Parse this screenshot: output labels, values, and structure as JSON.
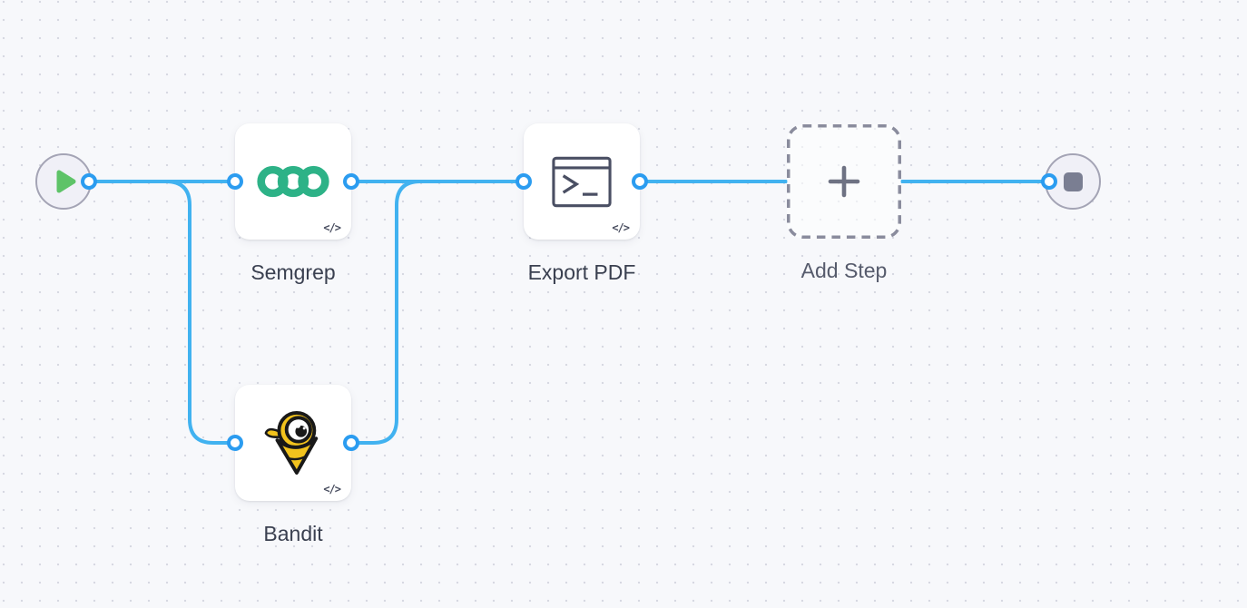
{
  "workflow": {
    "nodes": {
      "start": {
        "type": "start",
        "icon": "play-icon"
      },
      "semgrep": {
        "label": "Semgrep",
        "badge": "</>",
        "icon": "semgrep-logo"
      },
      "bandit": {
        "label": "Bandit",
        "badge": "</>",
        "icon": "bandit-logo"
      },
      "export_pdf": {
        "label": "Export PDF",
        "badge": "</>",
        "icon": "terminal-icon"
      },
      "add_step": {
        "label": "Add Step",
        "icon": "plus-icon",
        "style": "dashed-placeholder"
      },
      "end": {
        "type": "end",
        "icon": "stop-icon"
      }
    },
    "edges": [
      {
        "from": "start",
        "to": "semgrep"
      },
      {
        "from": "start",
        "to": "bandit"
      },
      {
        "from": "semgrep",
        "to": "export_pdf"
      },
      {
        "from": "bandit",
        "to": "export_pdf"
      },
      {
        "from": "export_pdf",
        "to": "add_step"
      },
      {
        "from": "add_step",
        "to": "end"
      }
    ],
    "colors": {
      "canvas_bg": "#f7f8fb",
      "grid_dot": "#d7d9e2",
      "edge_blue": "#41b2f0",
      "port_border_blue": "#2b9cf0",
      "semgrep_green": "#2db287",
      "bandit_yellow": "#f2c31d",
      "play_green": "#5ec368",
      "stop_gray": "#7a7e92",
      "dashed_border_gray": "#8a8c9d",
      "label_text": "#3a4050"
    }
  }
}
